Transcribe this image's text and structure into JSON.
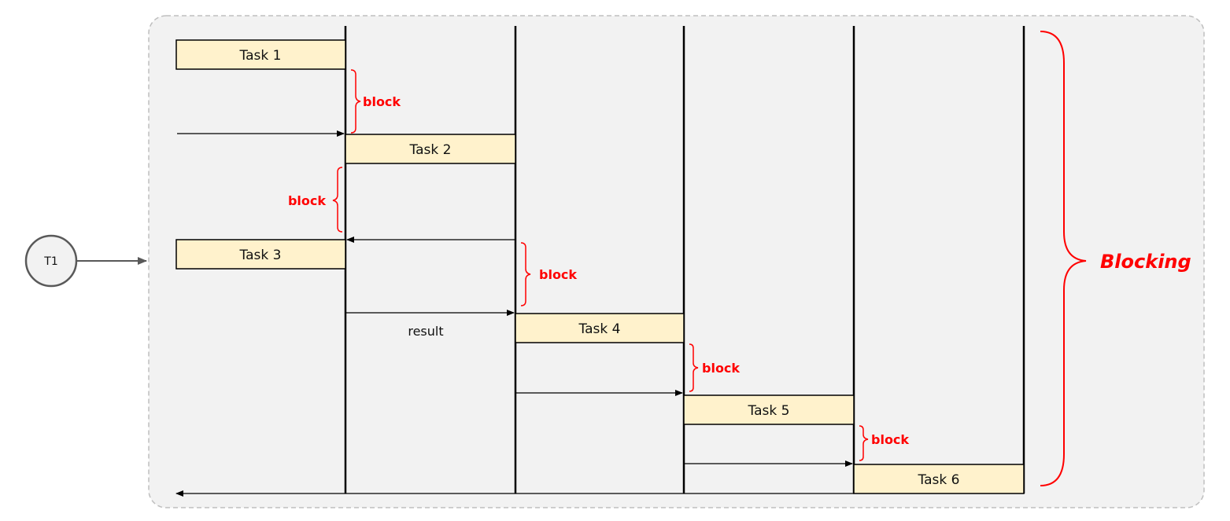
{
  "thread": {
    "label": "T1"
  },
  "tasks": [
    "Task 1",
    "Task 2",
    "Task 3",
    "Task 4",
    "Task 5",
    "Task 6"
  ],
  "block_label": "block",
  "result_label": "result",
  "blocking_label": "Blocking",
  "colors": {
    "container_fill": "#f2f2f2",
    "container_border": "#bfbfbf",
    "task_fill": "#fff2cc",
    "task_border": "#000000",
    "accent": "#ff0000",
    "line": "#000000",
    "thread_fill": "#f2f2f2",
    "thread_border": "#595959"
  }
}
